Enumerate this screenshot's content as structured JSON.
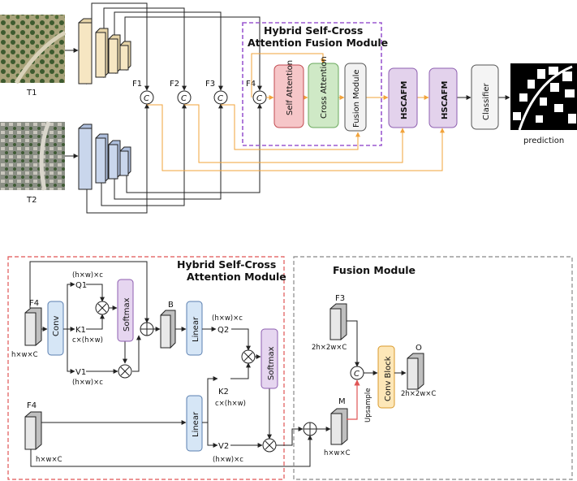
{
  "colors": {
    "accent_purple": "#9b59d0",
    "accent_red": "#e05555",
    "orange": "#f2a33a",
    "gray_dash": "#888888",
    "self_attention_fill": "#f6c6c8",
    "cross_attention_fill": "#cfe9c6",
    "fusion_fill": "#f2f2f2",
    "hscafm_fill": "#e3d2ec",
    "classifier_fill": "#f4f4f4",
    "feature_t1": "#f6e6c2",
    "feature_t2": "#c9d6ec",
    "conv_blue": "#d6e6f6",
    "softmax_purple": "#e6d6f0",
    "conv_block_orange": "#fde7b8"
  },
  "top": {
    "module_title_line1": "Hybrid Self-Cross",
    "module_title_line2": "Attention Fusion Module",
    "t1_label": "T1",
    "t2_label": "T2",
    "f_labels": [
      "F1",
      "F2",
      "F3",
      "F4"
    ],
    "concat_symbol": "C",
    "self_attention_label": "Self Attention",
    "cross_attention_label": "Cross Attention",
    "fusion_module_label": "Fusion Module",
    "hscafm_label": "HSCAFM",
    "classifier_label": "Classifier",
    "prediction_label": "prediction"
  },
  "bottom_left": {
    "title_line1": "Hybrid Self-Cross",
    "title_line2": "Attention Module",
    "f4_label": "F4",
    "f4_dims": "h×w×C",
    "conv_label": "Conv",
    "q1_label": "Q1",
    "q1_dims": "(h×w)×c",
    "k1_label": "K1",
    "k1_dims": "c×(h×w)",
    "v1_label": "V1",
    "v1_dims": "(h×w)×c",
    "softmax_label": "Softmax",
    "b_label": "B",
    "linear_label": "Linear",
    "q2_label": "Q2",
    "q2_dims": "(h×w)×c",
    "k2_label": "K2",
    "k2_dims": "c×(h×w)",
    "v2_label": "V2",
    "v2_dims": "(h×w)×c",
    "f4b_label": "F4",
    "f4b_dims": "h×w×C"
  },
  "bottom_right": {
    "title": "Fusion Module",
    "f3_label": "F3",
    "f3_dims": "2h×2w×C",
    "m_label": "M",
    "m_dims": "h×w×C",
    "upsample_label": "Upsample",
    "conv_block_label": "Conv Block",
    "o_label": "O",
    "o_dims": "2h×2w×C"
  }
}
